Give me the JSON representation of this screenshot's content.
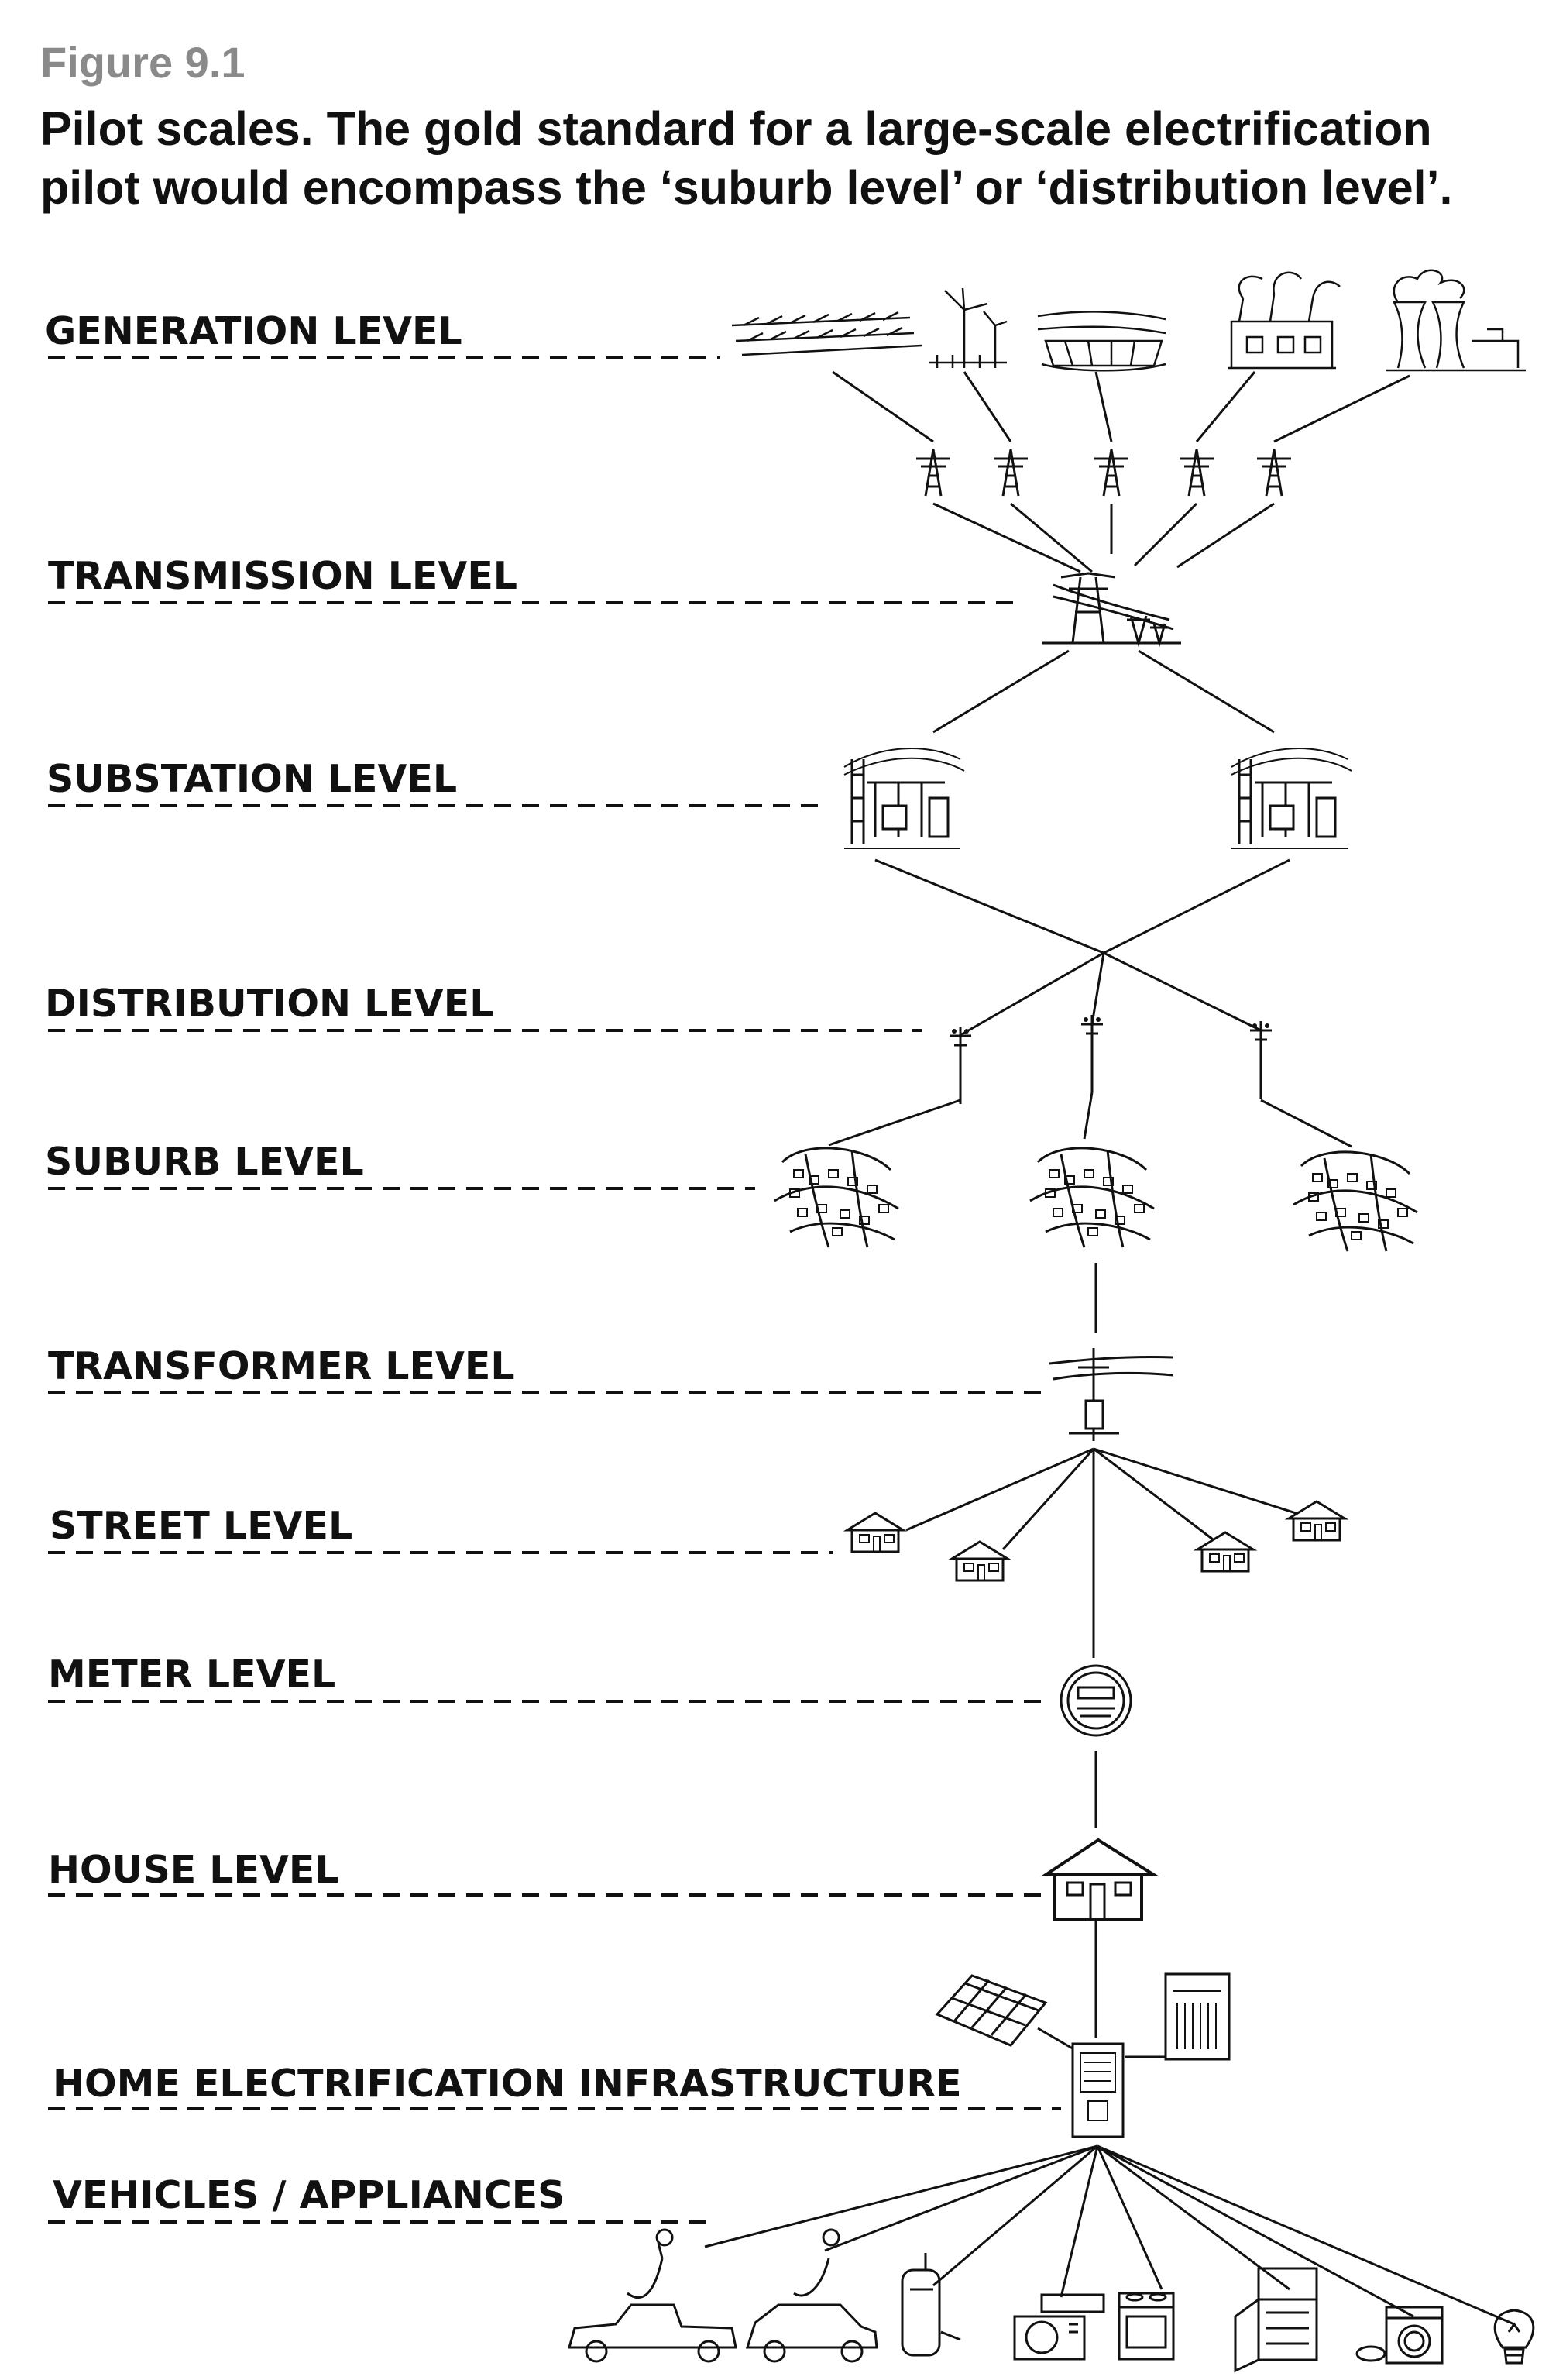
{
  "figure": {
    "number": "Figure 9.1",
    "caption": "Pilot scales. The gold standard for a large-scale electrification pilot would encompass the ‘suburb level’ or ‘distribution level’."
  },
  "levels": [
    "GENERATION LEVEL",
    "TRANSMISSION LEVEL",
    "SUBSTATION LEVEL",
    "DISTRIBUTION LEVEL",
    "SUBURB LEVEL",
    "TRANSFORMER LEVEL",
    "STREET LEVEL",
    "METER LEVEL",
    "HOUSE LEVEL",
    "HOME ELECTRIFICATION INFRASTRUCTURE",
    "VEHICLES / APPLIANCES"
  ],
  "colors": {
    "ink": "#111111",
    "figure_number": "#8a8a8a",
    "background": "#ffffff"
  },
  "icons": {
    "generation": [
      "solar-farm-icon",
      "wind-turbine-icon",
      "hydro-dam-icon",
      "coal-plant-icon",
      "nuclear-plant-icon"
    ],
    "appliances": [
      "ev-truck-icon",
      "ev-car-icon",
      "water-heater-icon",
      "heat-pump-icon",
      "stove-icon",
      "refrigerator-icon",
      "washing-machine-icon",
      "lightbulb-icon"
    ]
  }
}
